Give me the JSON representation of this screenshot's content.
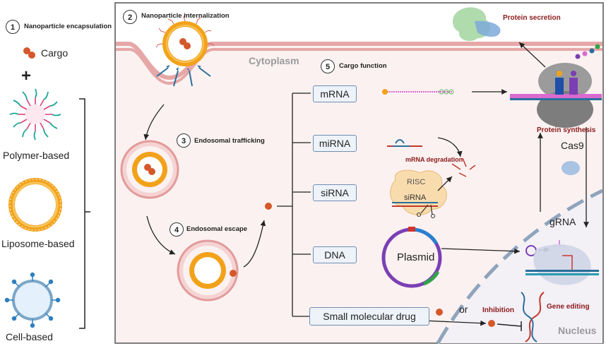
{
  "left_panel": {
    "step1_number": "1",
    "step1_label": "Nanoparticle encapsulation",
    "cargo_label": "Cargo",
    "plus": "+",
    "types": [
      "Polymer-based",
      "Liposome-based",
      "Cell-based"
    ]
  },
  "cell": {
    "cytoplasm_label": "Cytoplasm",
    "nucleus_label": "Nucleus",
    "step2_number": "2",
    "step2_label": "Nanoparticle internalization",
    "step3_number": "3",
    "step3_label": "Endosomal trafficking",
    "step4_number": "4",
    "step4_label": "Endosomal escape",
    "step5_number": "5",
    "step5_label": "Cargo function"
  },
  "cargo_boxes": [
    "mRNA",
    "miRNA",
    "siRNA",
    "DNA",
    "Small molecular drug"
  ],
  "labels": {
    "protein_secretion": "Protein secretion",
    "protein_synthesis": "Protein synthesis",
    "mrna_degradation": "mRNA degradation",
    "risc": "RISC",
    "sirna_small": "siRNA",
    "plasmid": "Plasmid",
    "cas9": "Cas9",
    "grna": "gRNA",
    "gene_editing": "Gene editing",
    "or": "or",
    "inhibition": "Inhibition"
  },
  "colors": {
    "membrane": "#e8b4b4",
    "cytoplasm": "#fbf1f1",
    "label_red": "#8b1a1a",
    "box_border": "#6f8fb3",
    "box_fill": "#eef3f9",
    "liposome": "#f2a21a",
    "cargo": "#d4582a"
  }
}
